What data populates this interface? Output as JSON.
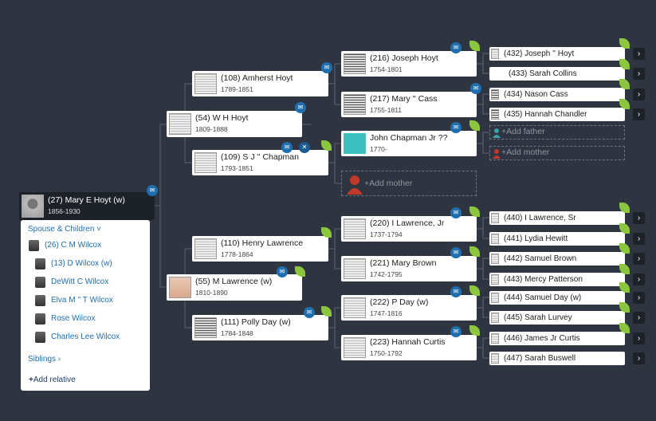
{
  "root": {
    "name": "(27) Mary E Hoyt (w)",
    "dates": "1856-1930",
    "spouse_children_label": "Spouse & Children ˅",
    "children": [
      {
        "label": "(26) C M Wilcox"
      },
      {
        "label": "(13) D Wilcox (w)"
      },
      {
        "label": "DeWitt C Wilcox"
      },
      {
        "label": "Elva M '' T Wilcox"
      },
      {
        "label": "Rose Wilcox"
      },
      {
        "label": "Charles Lee Wilcox"
      }
    ],
    "siblings_label": "Siblings ›",
    "add_relative_label": "Add relative"
  },
  "gen2": [
    {
      "name": "(54) W H Hoyt",
      "dates": "1809-1888"
    },
    {
      "name": "(55) M Lawrence (w)",
      "dates": "1810-1890"
    }
  ],
  "gen3": [
    {
      "name": "(108) Amherst Hoyt",
      "dates": "1789-1851"
    },
    {
      "name": "(109) S J '' Chapman",
      "dates": "1793-1851"
    },
    {
      "name": "(110) Henry Lawrence",
      "dates": "1778-1864"
    },
    {
      "name": "(111) Polly Day (w)",
      "dates": "1784-1848"
    }
  ],
  "gen4": [
    {
      "name": "(216) Joseph Hoyt",
      "dates": "1754-1801"
    },
    {
      "name": "(217) Mary '' Cass",
      "dates": "1755-1811"
    },
    {
      "name": "John Chapman Jr ??",
      "dates": "1770-"
    },
    {
      "name": "(220) I Lawrence, Jr",
      "dates": "1737-1794"
    },
    {
      "name": "(221) Mary Brown",
      "dates": "1742-1795"
    },
    {
      "name": "(222) P Day (w)",
      "dates": "1747-1816"
    },
    {
      "name": "(223) Hannah Curtis",
      "dates": "1750-1792"
    }
  ],
  "add_mother_label": "Add mother",
  "add_father_label": "Add father",
  "gen5": [
    {
      "name": "(432) Joseph '' Hoyt"
    },
    {
      "name": "(433) Sarah Collins"
    },
    {
      "name": "(434) Nason Cass"
    },
    {
      "name": "(435) Hannah Chandler"
    },
    {
      "name": "(440) I Lawrence, Sr"
    },
    {
      "name": "(441) Lydia Hewitt"
    },
    {
      "name": "(442) Samuel Brown"
    },
    {
      "name": "(443) Mercy Patterson"
    },
    {
      "name": "(444) Samuel Day (w)"
    },
    {
      "name": "(445) Sarah Lurvey"
    },
    {
      "name": "(446) James Jr Curtis"
    },
    {
      "name": "(447) Sarah Buswell"
    }
  ],
  "icons": {
    "hint": "record-hint-icon",
    "leaf": "hint-leaf-icon",
    "expand": "chevron-right-icon",
    "add_person": "add-person-icon"
  },
  "colors": {
    "background": "#2f3540",
    "hint_blue": "#1f6fb0",
    "leaf_green": "#8cc63e",
    "link": "#1f6fb0"
  }
}
